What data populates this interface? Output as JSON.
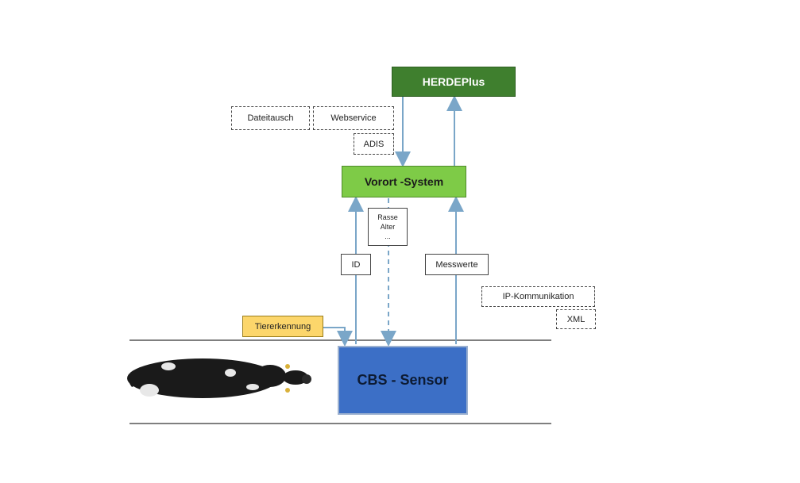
{
  "nodes": {
    "herdeplus": "HERDEPlus",
    "vorort": "Vorort -System",
    "cbs": "CBS - Sensor",
    "tierkennung": "Tiererkennung"
  },
  "labels": {
    "dateitausch": "Dateitausch",
    "webservice": "Webservice",
    "adis": "ADIS",
    "rasse_lines": [
      "Rasse",
      "Alter",
      "..."
    ],
    "id": "ID",
    "messwerte": "Messwerte",
    "ip_kommunikation": "IP-Kommunikation",
    "xml": "XML"
  },
  "colors": {
    "herdeplus": "#3f7f2e",
    "vorort": "#7ecb47",
    "cbs": "#3c6fc6",
    "tierkennung": "#fcd66b",
    "arrow": "#7aa6c8"
  }
}
